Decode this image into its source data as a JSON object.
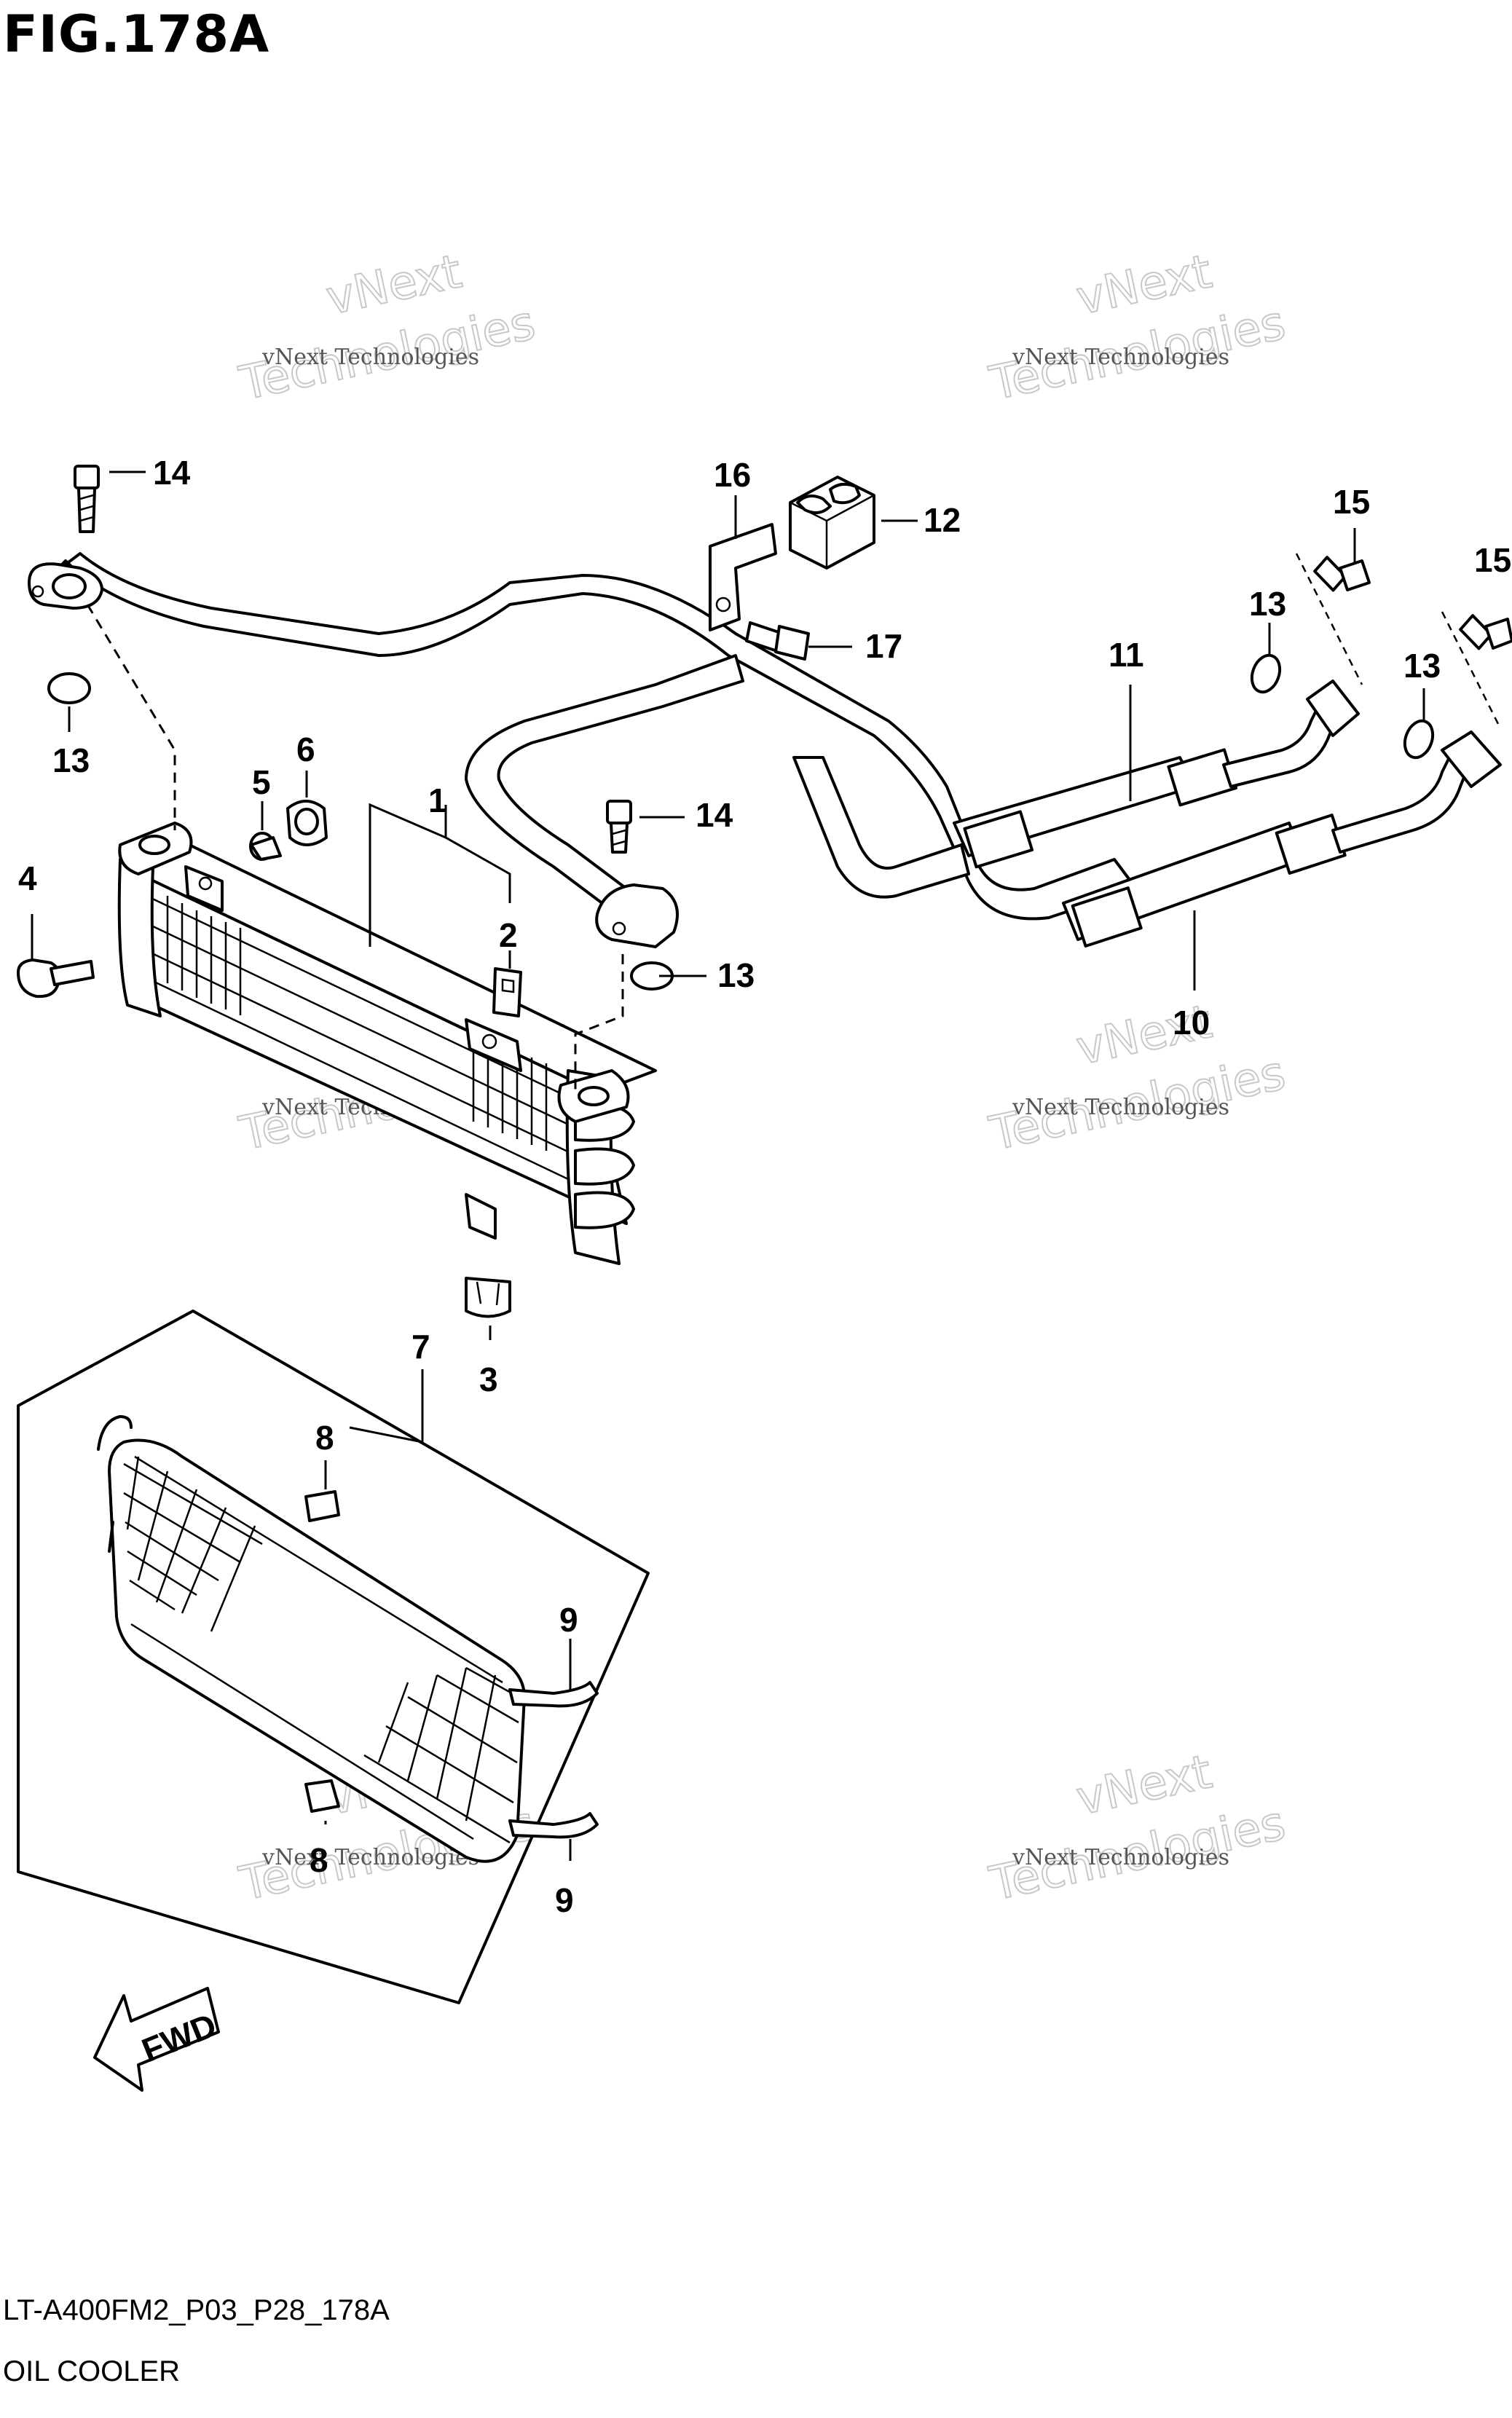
{
  "figure": {
    "title": "FIG.178A",
    "code": "LT-A400FM2_P03_P28_178A",
    "name": "OIL COOLER"
  },
  "callouts": [
    {
      "id": "c1",
      "label": "1"
    },
    {
      "id": "c2",
      "label": "2"
    },
    {
      "id": "c3",
      "label": "3"
    },
    {
      "id": "c4",
      "label": "4"
    },
    {
      "id": "c5",
      "label": "5"
    },
    {
      "id": "c6",
      "label": "6"
    },
    {
      "id": "c7",
      "label": "7"
    },
    {
      "id": "c8a",
      "label": "8"
    },
    {
      "id": "c8b",
      "label": "8"
    },
    {
      "id": "c9a",
      "label": "9"
    },
    {
      "id": "c9b",
      "label": "9"
    },
    {
      "id": "c10",
      "label": "10"
    },
    {
      "id": "c11",
      "label": "11"
    },
    {
      "id": "c12",
      "label": "12"
    },
    {
      "id": "c13a",
      "label": "13"
    },
    {
      "id": "c13b",
      "label": "13"
    },
    {
      "id": "c13c",
      "label": "13"
    },
    {
      "id": "c13d",
      "label": "13"
    },
    {
      "id": "c14a",
      "label": "14"
    },
    {
      "id": "c14b",
      "label": "14"
    },
    {
      "id": "c15a",
      "label": "15"
    },
    {
      "id": "c15b",
      "label": "15"
    },
    {
      "id": "c16",
      "label": "16"
    },
    {
      "id": "c17",
      "label": "17"
    }
  ],
  "fwd_arrow": {
    "label": "FWD"
  },
  "watermark": {
    "line1": "vNext Technologies",
    "line2": "vNext",
    "line3": "Technologies"
  }
}
